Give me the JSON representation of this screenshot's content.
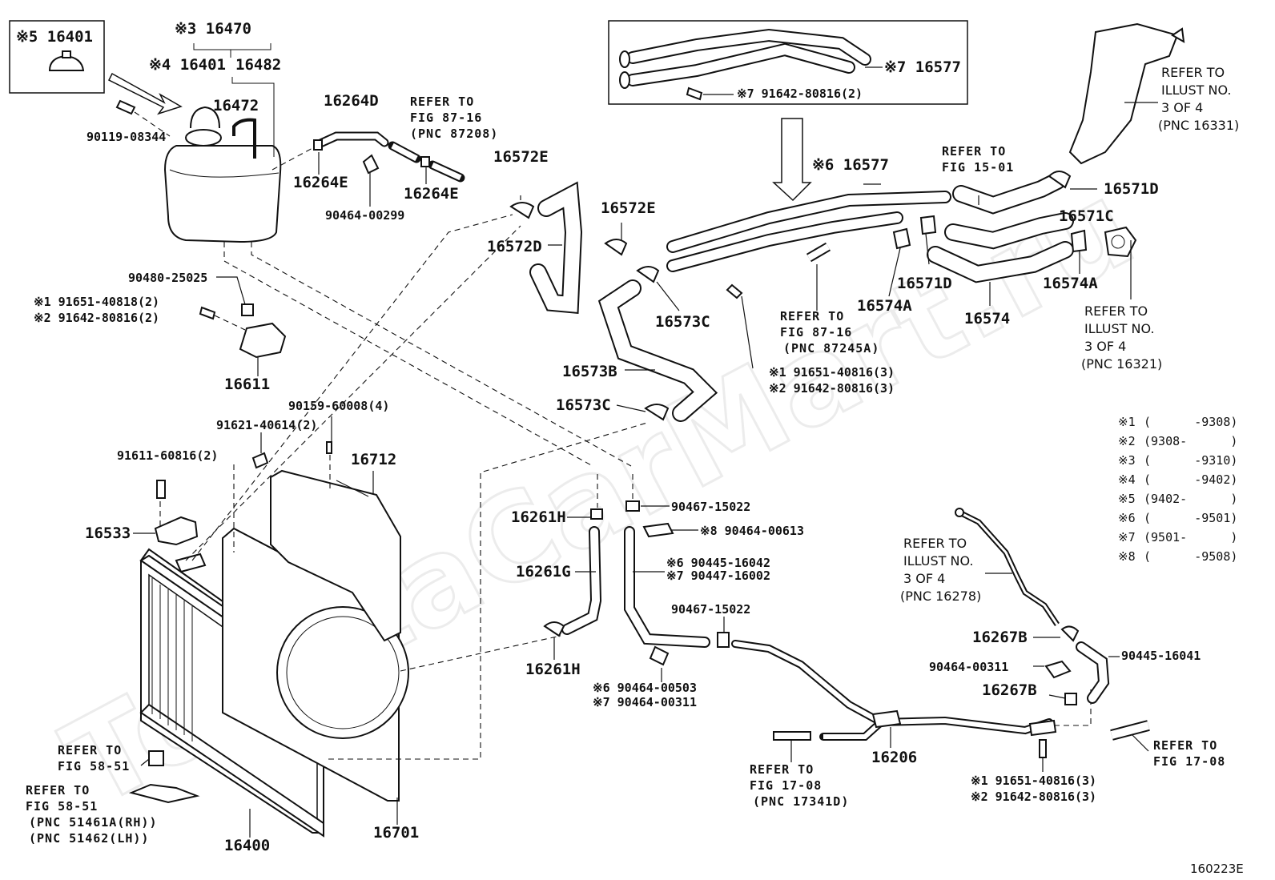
{
  "watermark": "ToyotaCarMart.ru",
  "figure_code": "160223E",
  "labels": {
    "box_mark5": "※5 16401",
    "reservoir_set": "※3 16470",
    "cap_mark4": "※4 16401",
    "reservoir": "16482",
    "res_hose": "16472",
    "bolt_res": "90119-08344",
    "hose_264d": "16264D",
    "clamp_264e_a": "16264E",
    "clamp_264e_b": "16264E",
    "clip_299": "90464-00299",
    "hose_572e_a": "16572E",
    "hose_572d": "16572D",
    "clamp_572e_b": "16572E",
    "clamp_573c_a": "16573C",
    "hose_573b": "16573B",
    "clamp_573c_b": "16573C",
    "pipe_577_top": "※7 16577",
    "bolt_577": "※7 91642-80816(2)",
    "pipe_577": "※6 16577",
    "clamp_571d_a": "16571D",
    "hose_571c": "16571C",
    "clamp_571d_b": "16571D",
    "clamp_574a_a": "16574A",
    "clamp_574a_b": "16574A",
    "hose_574": "16574",
    "grommet": "90480-25025",
    "bolt_m1": "※1 91651-40818(2)",
    "bolt_m2": "※2 91642-80816(2)",
    "bracket_611": "16611",
    "bolt_159": "90159-60008(4)",
    "bolt_621": "91621-40614(2)",
    "bolt_611b": "91611-60816(2)",
    "shroud": "16712",
    "bracket_533": "16533",
    "radiator": "16400",
    "fan_shroud": "16701",
    "clamp_261h_a": "16261H",
    "hose_261g": "16261G",
    "clamp_261h_b": "16261H",
    "clip_15022_a": "90467-15022",
    "clip_613": "※8 90464-00613",
    "hose_042": "※6 90445-16042",
    "hose_002": "※7 90447-16002",
    "clip_15022_b": "90467-15022",
    "clip_503": "※6 90464-00503",
    "clip_311a": "※7 90464-00311",
    "bolt_816a": "※1 91651-40816(3)",
    "bolt_816b": "※2 91642-80816(3)",
    "clamp_267b_a": "16267B",
    "hose_041": "90445-16041",
    "clip_311b": "90464-00311",
    "clamp_267b_b": "16267B",
    "pipe_206": "16206",
    "bolt_816c": "※1 91651-40816(3)",
    "bolt_816d": "※2 91642-80816(3)"
  },
  "references": {
    "fig_87_16_a": [
      "REFER TO",
      "FIG 87-16",
      "(PNC 87208)"
    ],
    "fig_15_01": [
      "REFER TO",
      "FIG 15-01"
    ],
    "illust_16331": [
      "REFER TO",
      "ILLUST NO.",
      "3 OF 4",
      "(PNC 16331)"
    ],
    "fig_87_16_b": [
      "REFER TO",
      "FIG 87-16",
      "(PNC 87245A)"
    ],
    "illust_16321": [
      "REFER TO",
      "ILLUST NO.",
      "3 OF 4",
      "(PNC 16321)"
    ],
    "illust_16278": [
      "REFER TO",
      "ILLUST NO.",
      "3 OF 4",
      "(PNC 16278)"
    ],
    "fig_58_51_a": [
      "REFER TO",
      "FIG 58-51"
    ],
    "fig_58_51_b": [
      "REFER TO",
      "FIG 58-51",
      "(PNC 51461A(RH))",
      "(PNC 51462(LH))"
    ],
    "fig_17_08_a": [
      "REFER TO",
      "FIG 17-08",
      "(PNC 17341D)"
    ],
    "fig_17_08_b": [
      "REFER TO",
      "FIG 17-08"
    ]
  },
  "legend": [
    {
      "mark": "※1",
      "range": "(      -9308)"
    },
    {
      "mark": "※2",
      "range": "(9308-      )"
    },
    {
      "mark": "※3",
      "range": "(      -9310)"
    },
    {
      "mark": "※4",
      "range": "(      -9402)"
    },
    {
      "mark": "※5",
      "range": "(9402-      )"
    },
    {
      "mark": "※6",
      "range": "(      -9501)"
    },
    {
      "mark": "※7",
      "range": "(9501-      )"
    },
    {
      "mark": "※8",
      "range": "(      -9508)"
    }
  ]
}
